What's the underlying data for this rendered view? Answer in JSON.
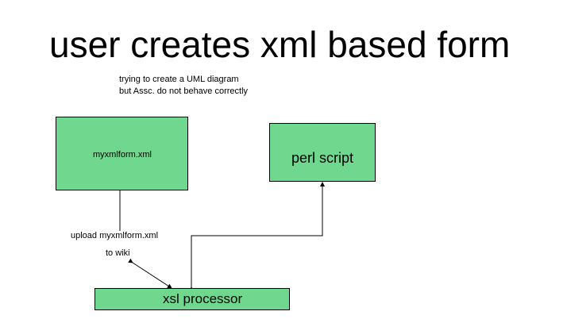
{
  "title": "user creates xml based form",
  "note": {
    "line1": "trying to create a UML diagram",
    "line2": "but Assc. do not behave correctly"
  },
  "nodes": {
    "xml_file": "myxmlform.xml",
    "perl_script": "perl script",
    "xsl_processor": "xsl processor"
  },
  "edge_labels": {
    "upload": "upload myxmlform.xml",
    "to_wiki": "to wiki"
  },
  "colors": {
    "node_fill": "#70d88e",
    "stroke": "#000000",
    "background": "#ffffff"
  }
}
